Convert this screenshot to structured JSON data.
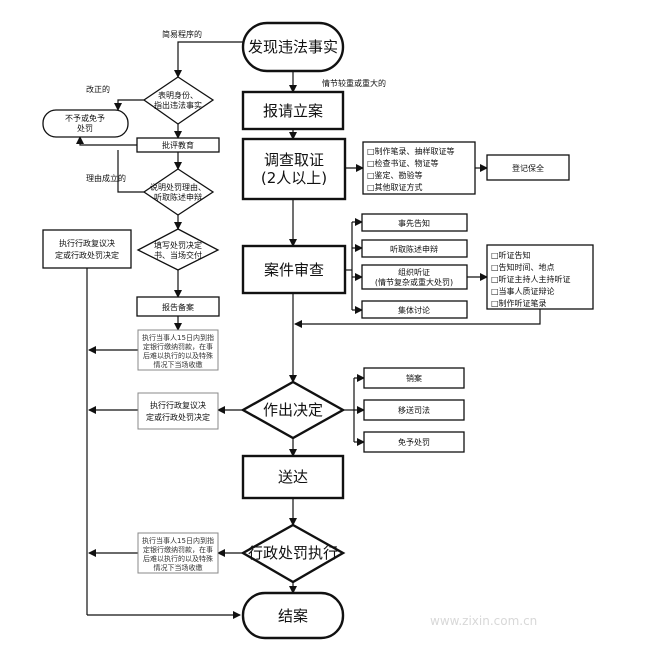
{
  "main": {
    "discover": "发现违法事实",
    "file_case": "报请立案",
    "investigate_1": "调查取证",
    "investigate_2": "(2人以上)",
    "review": "案件审查",
    "decide": "作出决定",
    "deliver": "送达",
    "enforce": "行政处罚执行",
    "close": "结案"
  },
  "edge_labels": {
    "simple_case": "简易程序的",
    "general_case": "情节较重或重大的",
    "corrected": "改正的",
    "reason_valid": "理由成立的"
  },
  "left_branch": {
    "show_identity": [
      "表明身份、",
      "指出违法事实"
    ],
    "no_penalty": [
      "不予或免予",
      "处罚"
    ],
    "criticize": "批评教育",
    "explain": [
      "说明处罚理由、",
      "听取陈述申辩"
    ],
    "fill_form": [
      "填写处罚决定",
      "书、当场交付"
    ],
    "record": "报告备案",
    "reconsider": [
      "执行行政复议决",
      "定或行政处罚决定"
    ]
  },
  "notes": {
    "execute_15days": [
      "执行当事人15日内到指",
      "定银行缴纳罚款，在事",
      "后难以执行的以及特殊",
      "情况下当场收缴"
    ],
    "reconsider_mid": [
      "执行行政复议决",
      "定或行政处罚决定"
    ],
    "execute_15days_2": [
      "执行当事人15日内到指",
      "定银行缴纳罚款，在事",
      "后难以执行的以及特殊",
      "情况下当场收缴"
    ]
  },
  "investigation_items": [
    "□制作笔录、抽样取证等",
    "□检查书证、物证等",
    "□鉴定、勘验等",
    "□其他取证方式"
  ],
  "register_preserve": "登记保全",
  "review_items": {
    "prior_notice": "事先告知",
    "hear_defense": "听取陈述申辩",
    "hearing_1": "组织听证",
    "hearing_2": "(情节复杂或重大处罚)",
    "collective": "集体讨论"
  },
  "hearing_items": [
    "□听证告知",
    "□告知时间、地点",
    "□听证主持人主持听证",
    "□当事人质证辩论",
    "□制作听证笔录"
  ],
  "decision_items": {
    "cancel": "销案",
    "transfer": "移送司法",
    "exempt": "免予处罚"
  },
  "watermark": "www.zixin.com.cn"
}
